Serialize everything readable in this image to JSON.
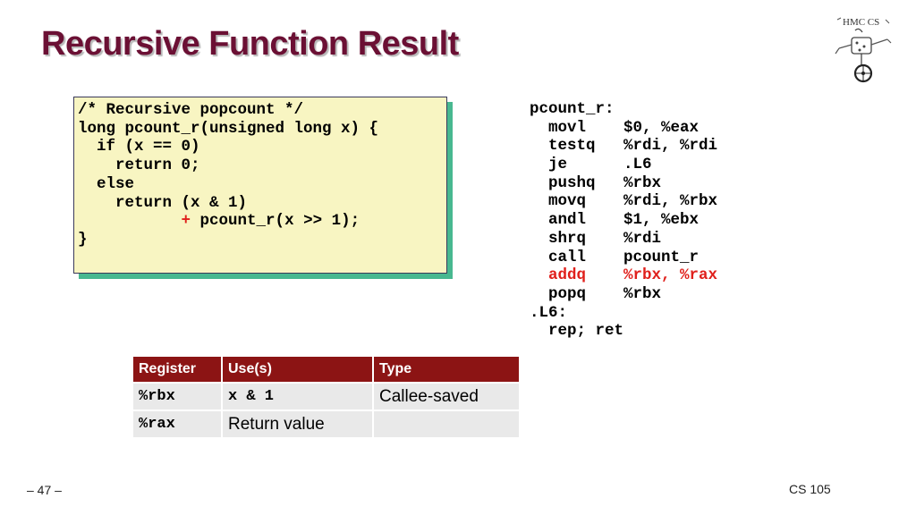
{
  "slide": {
    "title": "Recursive Function Result",
    "page_number": "– 47 –",
    "course": "CS 105",
    "logo_text": "HMC CS"
  },
  "c_code": {
    "lines": [
      "/* Recursive popcount */",
      "long pcount_r(unsigned long x) {",
      "  if (x == 0)",
      "    return 0;",
      "  else",
      "    return (x & 1)",
      "           + pcount_r(x >> 1);",
      "}"
    ],
    "line7_indent": "           ",
    "line7_operator": "+",
    "line7_rest": " pcount_r(x >> 1);"
  },
  "assembly": {
    "label_start": "pcount_r:",
    "instructions": [
      {
        "op": "movl",
        "args": "$0, %eax"
      },
      {
        "op": "testq",
        "args": "%rdi, %rdi"
      },
      {
        "op": "je",
        "args": ".L6"
      },
      {
        "op": "pushq",
        "args": "%rbx"
      },
      {
        "op": "movq",
        "args": "%rdi, %rbx"
      },
      {
        "op": "andl",
        "args": "$1, %ebx"
      },
      {
        "op": "shrq",
        "args": "%rdi"
      },
      {
        "op": "call",
        "args": "pcount_r"
      },
      {
        "op": "addq",
        "args": "%rbx, %rax",
        "highlight": true
      },
      {
        "op": "popq",
        "args": "%rbx"
      }
    ],
    "label_end": ".L6:",
    "final": "rep; ret"
  },
  "register_table": {
    "headers": [
      "Register",
      "Use(s)",
      "Type"
    ],
    "rows": [
      {
        "register": "%rbx",
        "use": "x & 1",
        "type": "Callee-saved"
      },
      {
        "register": "%rax",
        "use": "Return value",
        "type": ""
      }
    ]
  },
  "colors": {
    "title": "#6b1034",
    "code_bg": "#f8f5c2",
    "code_shadow": "#48b890",
    "table_header": "#8c1414",
    "highlight": "#e0201c"
  }
}
